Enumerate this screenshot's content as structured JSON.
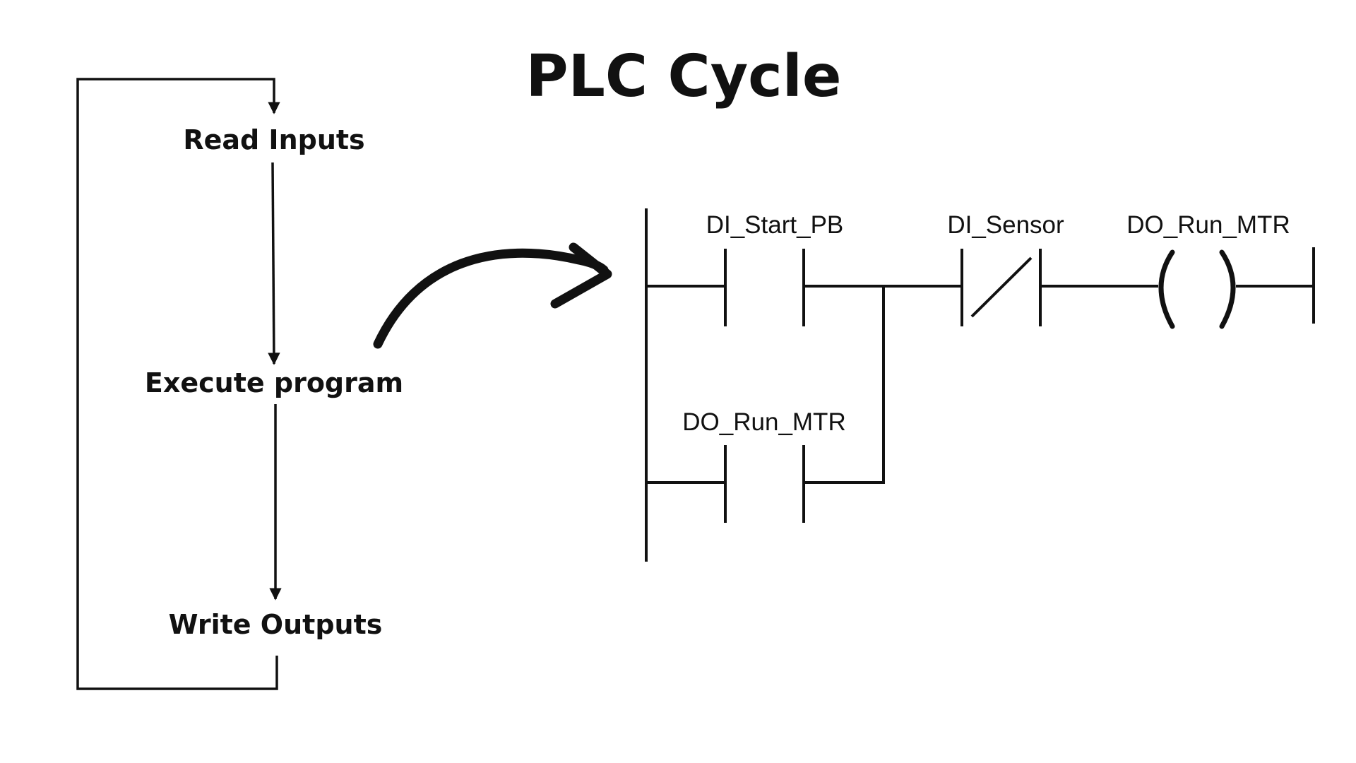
{
  "title": "PLC Cycle",
  "cycle_steps": [
    {
      "label": "Read Inputs"
    },
    {
      "label": "Execute program"
    },
    {
      "label": "Write Outputs"
    }
  ],
  "ladder": {
    "rung_1": {
      "contact_no_label": "DI_Start_PB",
      "contact_nc_label": "DI_Sensor",
      "coil_label": "DO_Run_MTR"
    },
    "branch": {
      "contact_no_label": "DO_Run_MTR"
    }
  },
  "colors": {
    "ink": "#111111",
    "background": "#ffffff"
  }
}
